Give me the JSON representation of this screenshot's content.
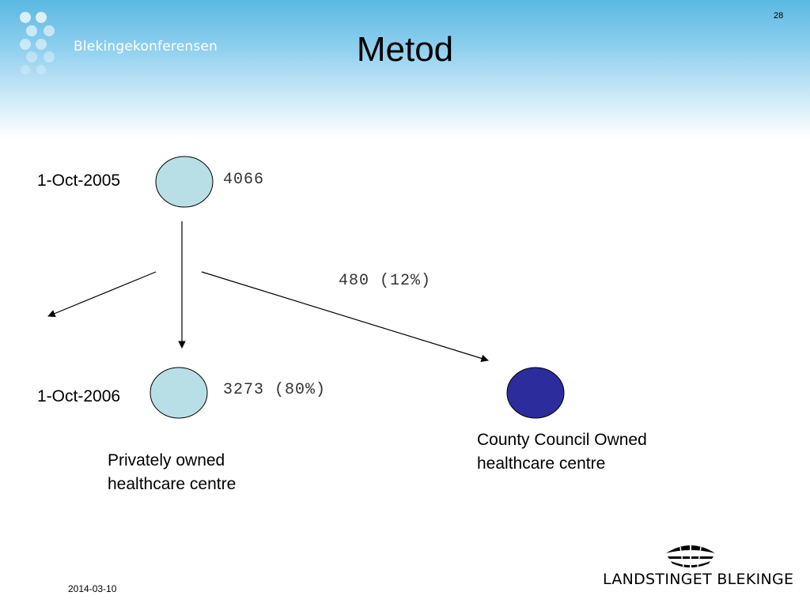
{
  "slide": {
    "number": "28",
    "title": "Metod",
    "date": "2014-03-10"
  },
  "branding": {
    "conference": "Blekingekonferensen",
    "organization": "LANDSTINGET BLEKINGE"
  },
  "diagram": {
    "start": {
      "date": "1-Oct-2005",
      "count": "4066"
    },
    "end": {
      "date": "1-Oct-2006",
      "private": {
        "count": "3273 (80%)",
        "label_line1": "Privately owned",
        "label_line2": "healthcare centre"
      },
      "county": {
        "count": "480 (12%)",
        "label_line1": "County Council Owned",
        "label_line2": "healthcare centre"
      }
    }
  },
  "colors": {
    "light_circle": "#b8dfe6",
    "dark_circle": "#2c2c9c",
    "header_blue": "#5bb8e2"
  }
}
